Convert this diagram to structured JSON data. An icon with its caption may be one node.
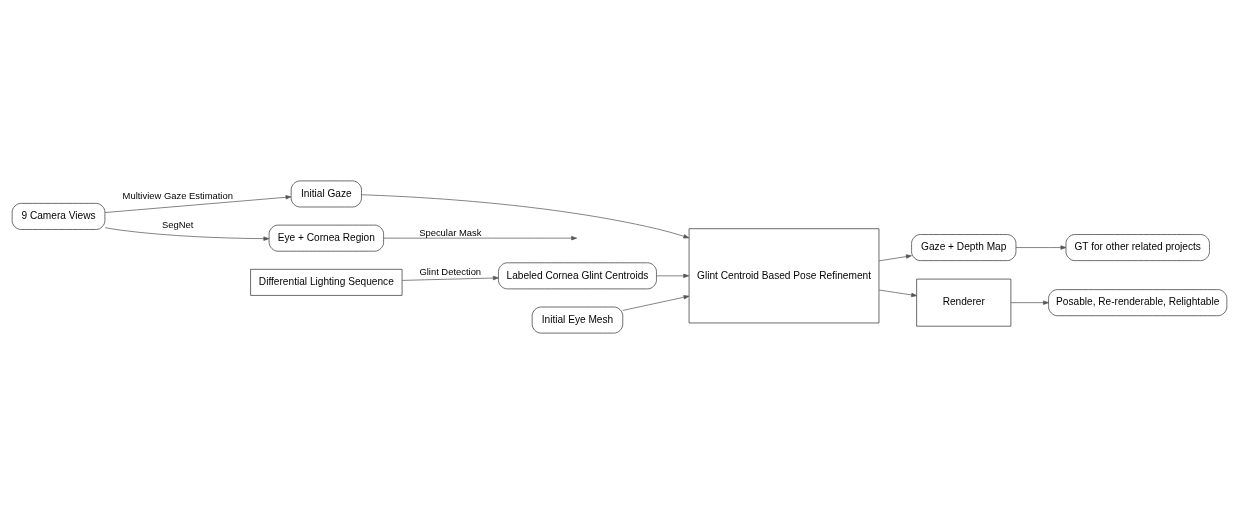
{
  "diagram": {
    "nodes": [
      {
        "text": [
          "9 Camera Views"
        ]
      },
      {
        "text": [
          "Initial Gaze"
        ]
      },
      {
        "text": [
          "Eye + Cornea Region"
        ]
      },
      {
        "text": [
          "Differential Lighting Sequence"
        ]
      },
      {
        "text": [
          "Labeled Cornea Glint Centroids"
        ]
      },
      {
        "text": [
          "Initial Eye Mesh"
        ]
      },
      {
        "text": [
          "Glint Centroid Based Pose Refinement"
        ]
      },
      {
        "text": [
          "GT for other related projects"
        ]
      },
      {
        "text": [
          "Gaze + Depth Map"
        ]
      },
      {
        "text": [
          "Renderer"
        ]
      },
      {
        "text": [
          "Posable, Re-renderable, Relightable"
        ]
      }
    ],
    "edges": [
      {
        "from": 0,
        "to": 1,
        "arrow": "to",
        "label": "Multiview Gaze Estimation"
      },
      {
        "from": 0,
        "to": 2,
        "arrow": "to",
        "label": "SegNet"
      },
      {
        "from": 2,
        "to": null,
        "arrow": "to",
        "label": "Specular Mask"
      },
      {
        "from": 3,
        "to": 4,
        "arrow": "to",
        "label": "Glint Detection"
      },
      {
        "from": 1,
        "to": 6,
        "arrow": "to"
      },
      {
        "from": 5,
        "to": 6,
        "arrow": "to"
      },
      {
        "from": 4,
        "to": 6,
        "arrow": "to"
      },
      {
        "from": 6,
        "to": 8,
        "arrow": "to"
      },
      {
        "from": 6,
        "to": 9,
        "arrow": "to"
      },
      {
        "from": 8,
        "to": 7,
        "arrow": "to"
      },
      {
        "from": 9,
        "to": 10,
        "arrow": "to"
      }
    ]
  }
}
